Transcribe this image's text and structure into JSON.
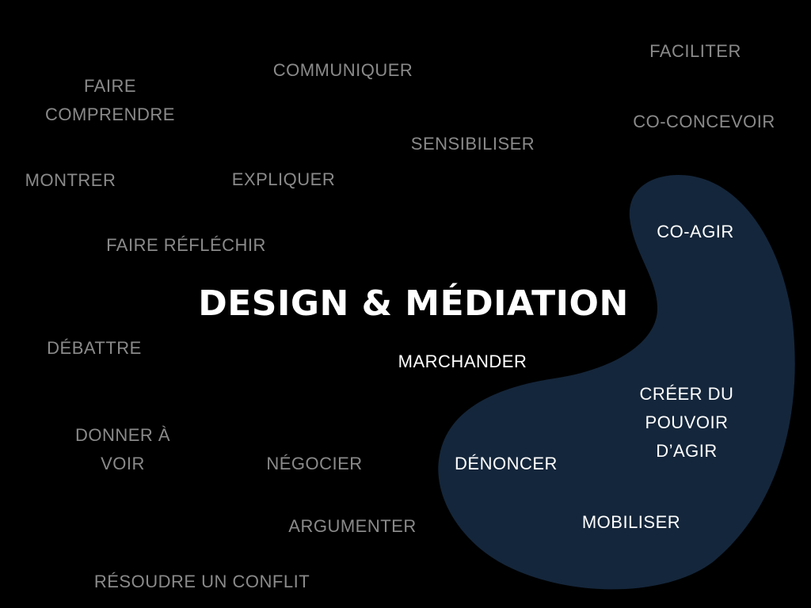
{
  "colors": {
    "background": "#000000",
    "blob_fill": "#14263b",
    "muted_text": "#8a8a8a",
    "highlight_text": "#ffffff"
  },
  "title": "DESIGN & MÉDIATION",
  "words": {
    "faciliter": "FACILITER",
    "communiquer": "COMMUNIQUER",
    "faire_comprendre": [
      "FAIRE",
      "COMPRENDRE"
    ],
    "co_concevoir": "CO-CONCEVOIR",
    "sensibiliser": "SENSIBILISER",
    "montrer": "MONTRER",
    "expliquer": "EXPLIQUER",
    "faire_reflechir": "FAIRE RÉFLÉCHIR",
    "debattre": "DÉBATTRE",
    "donner_a_voir": [
      "DONNER À",
      "VOIR"
    ],
    "negocier": "NÉGOCIER",
    "argumenter": "ARGUMENTER",
    "resoudre_un_conflit": "RÉSOUDRE UN CONFLIT"
  },
  "highlighted_words": {
    "co_agir": "CO-AGIR",
    "marchander": "MARCHANDER",
    "creer_du_pouvoir_dagir": [
      "CRÉER DU",
      "POUVOIR",
      "D’AGIR"
    ],
    "denoncer": "DÉNONCER",
    "mobiliser": "MOBILISER"
  }
}
